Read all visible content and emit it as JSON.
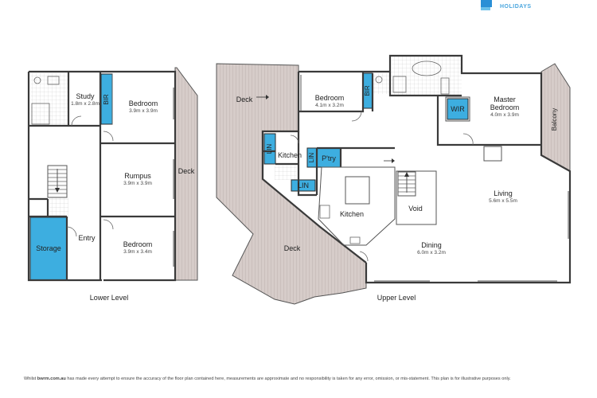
{
  "brand": {
    "name": "HOLIDAYS",
    "accent": "#3daee0"
  },
  "rooms": {
    "study": {
      "name": "Study",
      "dim": "1.8m x 2.8m"
    },
    "bir1": {
      "name": "BIR"
    },
    "bedroom_lower_top": {
      "name": "Bedroom",
      "dim": "3.9m x 3.9m"
    },
    "rumpus": {
      "name": "Rumpus",
      "dim": "3.9m x 3.9m"
    },
    "bedroom_lower_bottom": {
      "name": "Bedroom",
      "dim": "3.9m x 3.4m"
    },
    "storage": {
      "name": "Storage"
    },
    "entry": {
      "name": "Entry"
    },
    "deck_lower": {
      "name": "Deck"
    },
    "deck_upper_top": {
      "name": "Deck"
    },
    "deck_upper_bottom": {
      "name": "Deck"
    },
    "bedroom_upper": {
      "name": "Bedroom",
      "dim": "4.1m x 3.2m"
    },
    "bir2": {
      "name": "BIR"
    },
    "master_bedroom": {
      "name_line1": "Master",
      "name_line2": "Bedroom",
      "dim": "4.0m x 3.9m"
    },
    "wir": {
      "name": "WIR"
    },
    "balcony": {
      "name": "Balcony"
    },
    "kitchen_top": {
      "name": "Kitchen"
    },
    "lin1": {
      "name": "LIN"
    },
    "lin2": {
      "name": "LIN"
    },
    "lin3": {
      "name": "LIN"
    },
    "pantry": {
      "name": "P'try"
    },
    "kitchen_main": {
      "name": "Kitchen"
    },
    "void": {
      "name": "Void"
    },
    "living": {
      "name": "Living",
      "dim": "5.6m x 5.5m"
    },
    "dining": {
      "name": "Dining",
      "dim": "6.0m x 3.2m"
    }
  },
  "levels": {
    "lower": "Lower Level",
    "upper": "Upper Level"
  },
  "disclaimer": {
    "prefix": "Whilst ",
    "site": "bwrm.com.au",
    "text": " has made every attempt to ensure the accuracy of the floor plan contained here, measurements are approximate and no responsibility is taken for any error, omission, or mis-statement. This plan is for illustrative purposes only."
  }
}
